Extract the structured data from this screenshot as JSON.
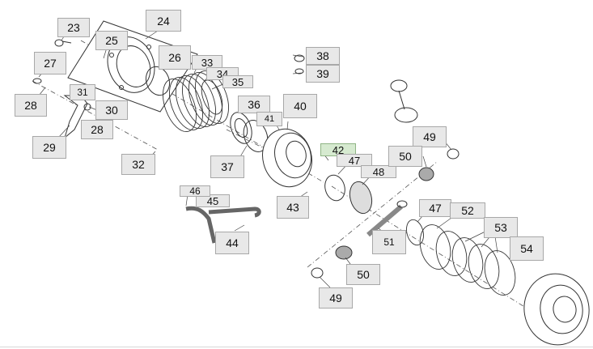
{
  "diagram": {
    "highlight_color": "#d6ead0",
    "label_bg": "#e8e8e8",
    "callouts": [
      {
        "id": "c23",
        "text": "23"
      },
      {
        "id": "c24",
        "text": "24"
      },
      {
        "id": "c25",
        "text": "25"
      },
      {
        "id": "c26",
        "text": "26"
      },
      {
        "id": "c27",
        "text": "27"
      },
      {
        "id": "c28a",
        "text": "28"
      },
      {
        "id": "c28b",
        "text": "28"
      },
      {
        "id": "c29",
        "text": "29"
      },
      {
        "id": "c30",
        "text": "30"
      },
      {
        "id": "c31",
        "text": "31"
      },
      {
        "id": "c32",
        "text": "32"
      },
      {
        "id": "c33",
        "text": "33"
      },
      {
        "id": "c34",
        "text": "34"
      },
      {
        "id": "c35",
        "text": "35"
      },
      {
        "id": "c36",
        "text": "36"
      },
      {
        "id": "c37",
        "text": "37"
      },
      {
        "id": "c38",
        "text": "38"
      },
      {
        "id": "c39",
        "text": "39"
      },
      {
        "id": "c40",
        "text": "40"
      },
      {
        "id": "c41",
        "text": "41"
      },
      {
        "id": "c42",
        "text": "42"
      },
      {
        "id": "c43",
        "text": "43"
      },
      {
        "id": "c44",
        "text": "44"
      },
      {
        "id": "c45",
        "text": "45"
      },
      {
        "id": "c46",
        "text": "46"
      },
      {
        "id": "c47a",
        "text": "47"
      },
      {
        "id": "c47b",
        "text": "47"
      },
      {
        "id": "c48",
        "text": "48"
      },
      {
        "id": "c49a",
        "text": "49"
      },
      {
        "id": "c49b",
        "text": "49"
      },
      {
        "id": "c50a",
        "text": "50"
      },
      {
        "id": "c50b",
        "text": "50"
      },
      {
        "id": "c51",
        "text": "51"
      },
      {
        "id": "c52",
        "text": "52"
      },
      {
        "id": "c53",
        "text": "53"
      },
      {
        "id": "c54",
        "text": "54"
      }
    ]
  }
}
